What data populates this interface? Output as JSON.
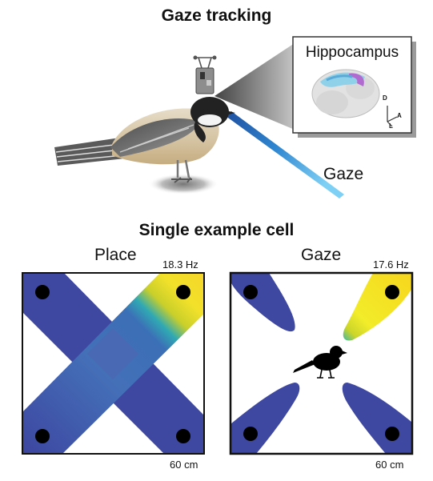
{
  "titles": {
    "top": "Gaze tracking",
    "bottom": "Single example cell"
  },
  "inset": {
    "title": "Hippocampus",
    "axis_d": "D",
    "axis_a": "A",
    "axis_l": "L"
  },
  "gaze_beam_label": "Gaze",
  "panels": {
    "place": {
      "title": "Place",
      "peak_rate": "18.3 Hz",
      "scale": "60 cm"
    },
    "gaze": {
      "title": "Gaze",
      "peak_rate": "17.6 Hz",
      "scale": "60 cm"
    }
  },
  "colors": {
    "low": "#3f4aa3",
    "mid": "#2a9fb3",
    "high": "#f4e41c",
    "beam": "#3fa9e6"
  }
}
